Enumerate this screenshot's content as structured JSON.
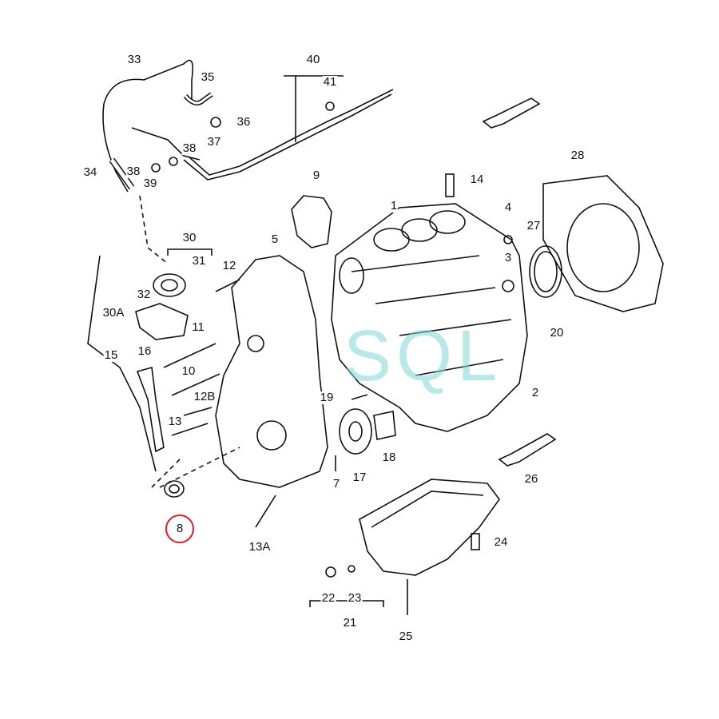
{
  "diagram": {
    "title": "Engine block exploded parts diagram",
    "watermark": "SQL",
    "highlight_color": "#e01b24",
    "highlighted_part": "8",
    "labels": [
      "33",
      "35",
      "36",
      "37",
      "38",
      "38",
      "39",
      "34",
      "40",
      "41",
      "9",
      "14",
      "1",
      "28",
      "4",
      "27",
      "3",
      "30",
      "31",
      "12",
      "5",
      "32",
      "30A",
      "11",
      "16",
      "15",
      "10",
      "12B",
      "13",
      "20",
      "2",
      "19",
      "18",
      "17",
      "7",
      "26",
      "8",
      "13A",
      "24",
      "22",
      "23",
      "21",
      "25"
    ]
  }
}
